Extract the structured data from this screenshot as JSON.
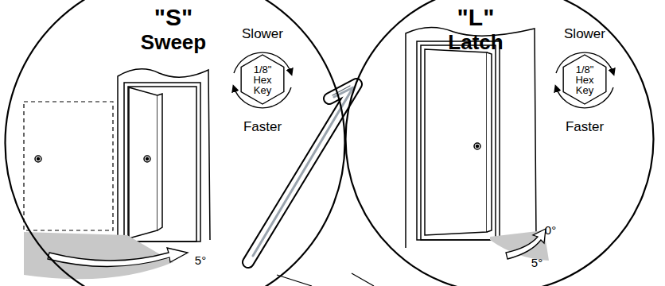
{
  "diagram": {
    "nodes": [
      {
        "text": [
          "\"S\"",
          "Sweep"
        ]
      },
      {
        "text": [
          "1/8\" Hex Key"
        ],
        "in": 0
      },
      {
        "text": [
          "\"L\"",
          "Latch"
        ]
      },
      {
        "text": [
          "1/8\" Hex Key"
        ],
        "in": 2
      }
    ],
    "labels": [
      "Slower",
      "Faster",
      "5°",
      "Slower",
      "Faster",
      "0°",
      "5°"
    ]
  }
}
